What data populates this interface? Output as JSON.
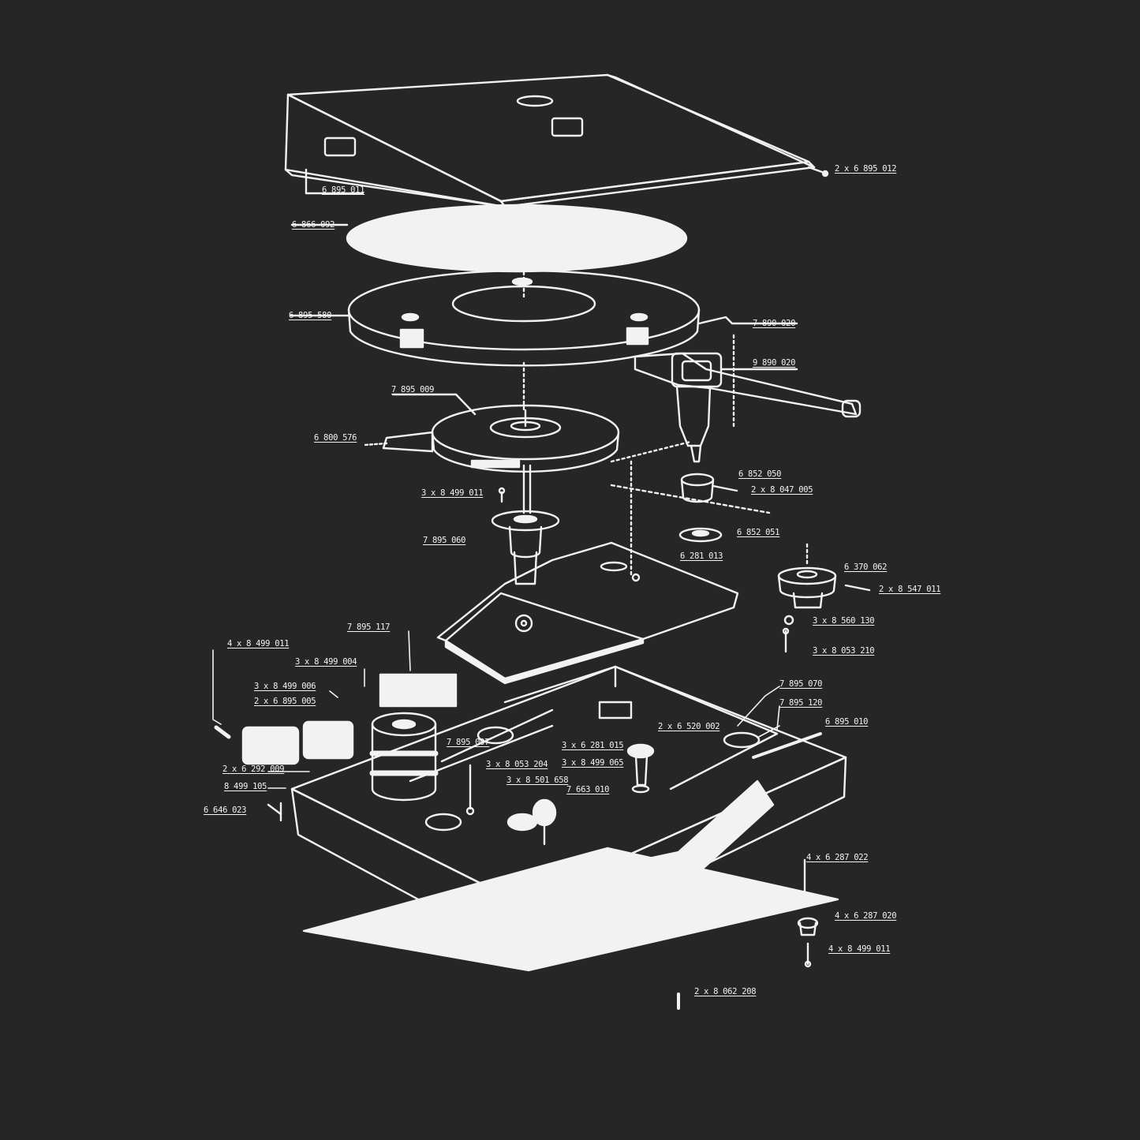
{
  "colors": {
    "background": "#262626",
    "line": "#f2f2f2"
  },
  "parts": {
    "p01": "2 x 6 895 012",
    "p02": "6 895 011",
    "p03": "6 866 092",
    "p04": "6 895 580",
    "p05": "7 890 020",
    "p06": "9 890 020",
    "p07": "7 895 009",
    "p08": "6 800 576",
    "p09": "6 852 050",
    "p10": "2 x 8 047 005",
    "p11": "3 x 8 499 011",
    "p12": "7 895 060",
    "p13": "6 852 051",
    "p14": "6 281 013",
    "p15": "6 370 062",
    "p16": "2 x 8 547 011",
    "p17": "3 x 8 560 130",
    "p18": "3 x 8 053 210",
    "p19": "7 895 117",
    "p20": "4 x 8 499 011",
    "p21": "3 x 8 499 004",
    "p22": "3 x 8 499 006",
    "p23": "2 x 6 895 005",
    "p24": "7 895 070",
    "p25": "7 895 120",
    "p26": "6 895 010",
    "p27": "2 x 6 520 002",
    "p28": "7 895 007",
    "p29": "3 x 6 281 015",
    "p30": "3 x 8 499 065",
    "p31": "2 x 6 292 009",
    "p32": "3 x 8 053 204",
    "p33": "8 499 105",
    "p34": "3 x 8 501 658",
    "p35": "7 663 010",
    "p36": "6 646 023",
    "p37": "4 x 6 287 022",
    "p38": "4 x 6 287 020",
    "p39": "4 x 8 499 011",
    "p40": "2 x 8 062 208"
  }
}
